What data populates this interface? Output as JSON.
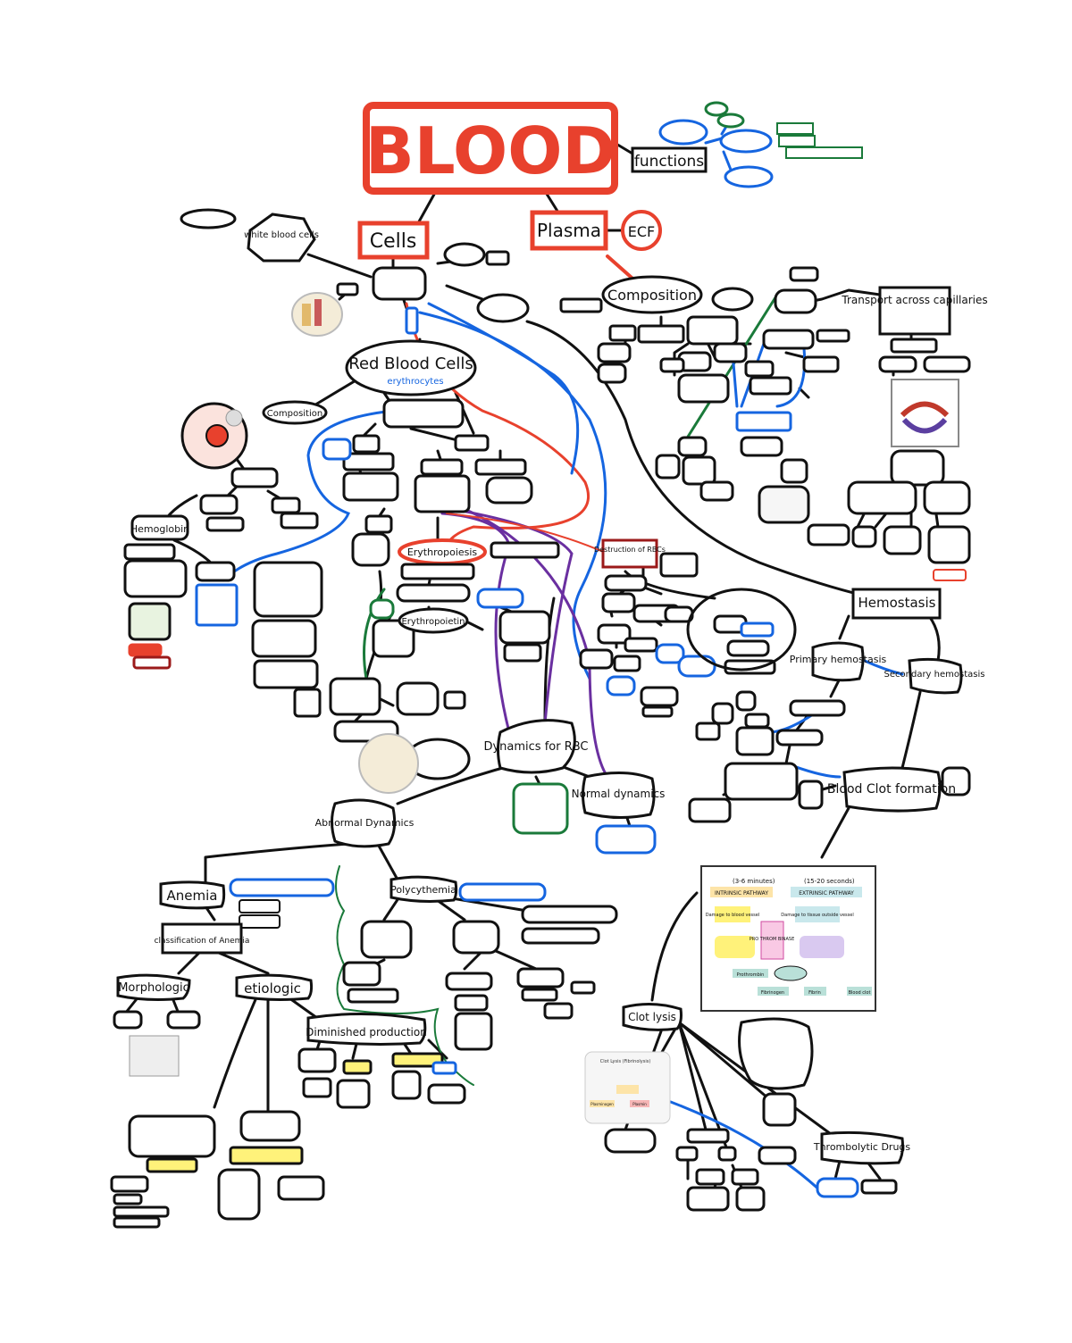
{
  "title": "BLOOD",
  "nodes": {
    "functions": "functions",
    "cells": "Cells",
    "plasma": "Plasma",
    "ecf": "ECF",
    "white_blood_cells": "white blood cells",
    "composition_plasma": "Composition",
    "transport": "Transport across capillaries",
    "red_blood_cells": "Red Blood Cells",
    "erythrocytes": "erythrocytes",
    "composition_rbc": "Composition",
    "hemoglobin": "Hemoglobin",
    "erythropoiesis": "Erythropoiesis",
    "erythropoietin": "Erythropoietin",
    "destruction_rbc": "Destruction of RBCs",
    "hemostasis": "Hemostasis",
    "primary_hemostasis": "Primary hemostasis",
    "secondary_hemostasis": "Secondary hemostasis",
    "blood_clot_formation": "Blood Clot formation",
    "dynamics_rbc": "Dynamics for RBC",
    "normal_dynamics": "Normal dynamics",
    "abnormal_dynamics": "Abnormal Dynamics",
    "anemia": "Anemia",
    "polycythemia": "Polycythemia",
    "classification_anemia": "classification of Anemia",
    "morphologic": "Morphologic",
    "etiologic": "etiologic",
    "diminished_production": "Diminished production",
    "clot_lysis": "Clot lysis",
    "thrombolytic_drugs": "Thrombolytic Drugs"
  },
  "pathway": {
    "time_intrinsic": "(3-6 minutes)",
    "time_extrinsic": "(15-20 seconds)",
    "intrinsic": "INTRINSIC PATHWAY",
    "extrinsic": "EXTRINSIC PATHWAY",
    "damage_vessel": "Damage to blood vessel",
    "damage_tissue": "Damage to tissue outside vessel",
    "prothrombin": "PRO THROM BINASE",
    "prothrombin_box": "Prothrombin",
    "fibrinogen": "Fibrinogen",
    "fibrin": "Fibrin",
    "blood_clot": "Blood clot"
  },
  "clot_lysis_figure": {
    "title": "Clot Lysis (Fibrinolysis)",
    "plasminogen": "Plasminogen",
    "plasmin": "Plasmin"
  },
  "colors": {
    "title_red": "#e8412d",
    "ink": "#111111",
    "blue": "#1565e0",
    "green": "#1a7a3a",
    "purple": "#6a2fa0",
    "dark_red": "#9b1a1a",
    "yellow": "#fff27a"
  }
}
